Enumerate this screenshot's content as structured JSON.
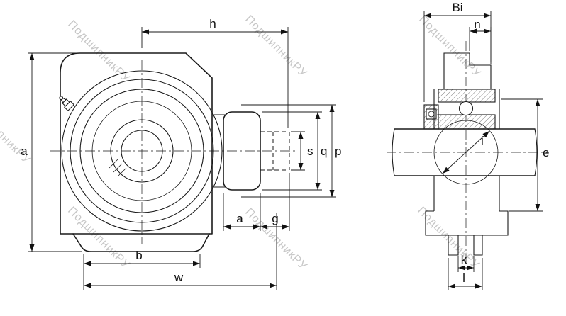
{
  "watermark": {
    "text": "ПодшипникРУ"
  },
  "front_view": {
    "labels": {
      "h": "h",
      "a_left": "a",
      "s": "s",
      "q": "q",
      "p": "p",
      "a_bottom": "a",
      "g": "g",
      "b": "b",
      "w": "w"
    }
  },
  "side_view": {
    "labels": {
      "Bi": "Bi",
      "n": "n",
      "i": "i",
      "e": "e",
      "k": "k",
      "l": "l"
    }
  }
}
